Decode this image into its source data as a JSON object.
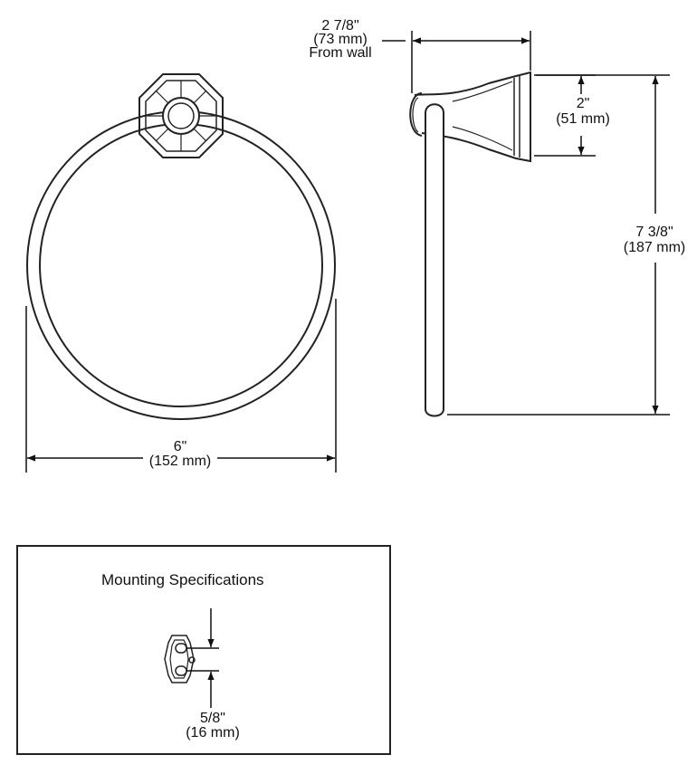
{
  "front_view": {
    "width_dim": {
      "imperial": "6\"",
      "metric": "(152 mm)"
    }
  },
  "side_view": {
    "projection_dim": {
      "imperial": "2 7/8\"",
      "metric": "(73 mm)",
      "note": "From wall"
    },
    "flange_dim": {
      "imperial": "2\"",
      "metric": "(51 mm)"
    },
    "height_dim": {
      "imperial": "7 3/8\"",
      "metric": "(187 mm)"
    }
  },
  "mounting": {
    "title": "Mounting Specifications",
    "spacing_dim": {
      "imperial": "5/8\"",
      "metric": "(16 mm)"
    }
  }
}
